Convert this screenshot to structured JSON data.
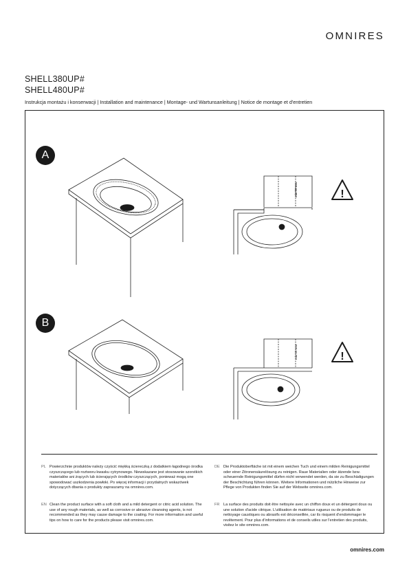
{
  "brand": "OMNIRES",
  "models": [
    "SHELL380UP#",
    "SHELL480UP#"
  ],
  "subtitle": "Instrukcja montażu i konserwacji  |  Installation and maintenance  |  Montage- und Wartunsanleitung  |  Notice de montage et d'entretien",
  "sections": [
    {
      "label": "A",
      "dimension": "min 50 mm"
    },
    {
      "label": "B",
      "dimension": "min 50 mm"
    }
  ],
  "warning_icon": "warning-triangle-icon",
  "care": {
    "pl": {
      "code": "PL",
      "text": "Powierzchnie produktów należy czyścić miękką ściereczką z dodatkiem łagodnego środka czyszczącego lub roztworu kwasku cytrynowego. Niewskazane jest stosowanie szorstkich materiałów ani żrących lub ścierających środków czyszczących, ponieważ mogą one spowodować uszkodzenia powłoki. Po więcej informacji i przydatnych wskazówek dotyczących dbania o produkty zapraszamy na omnires.com."
    },
    "en": {
      "code": "EN",
      "text": "Clean the product surface with a soft cloth and a mild detergent or citric acid solution. The use of any rough materials, as well as corrosive or abrasive cleansing agents, is not recommended as they may cause damage to the coating. For more information and useful tips on how to care for the products please visit omnires.com."
    },
    "de": {
      "code": "DE",
      "text": "Die Produktoberfläche ist mit einem weichen Tuch und einem milden Reinigungsmittel oder einer Zitronensäurelösung zu reinigen. Raue Materialien oder ätzende bzw. scheuernde Reinigungsmittel dürfen nicht verwendet werden, da sie zu Beschädigungen der Beschichtung führen können. Weitere Informationen und nützliche Hinweise zur Pflege von Produkten finden Sie auf der Webseite omnires.com."
    },
    "fr": {
      "code": "FR",
      "text": "La surface des produits doit être nettoyée avec un chiffon doux et un détergent doux ou une solution d'acide citrique. L'utilisation de matériaux rugueux ou de produits de nettoyage caustiques ou abrasifs est déconseillée, car ils risquent d'endommager le revêtement. Pour plus d'informations et de conseils utiles sur l'entretien des produits, visitez le site omnires.com."
    }
  },
  "footer": "omnires.com"
}
